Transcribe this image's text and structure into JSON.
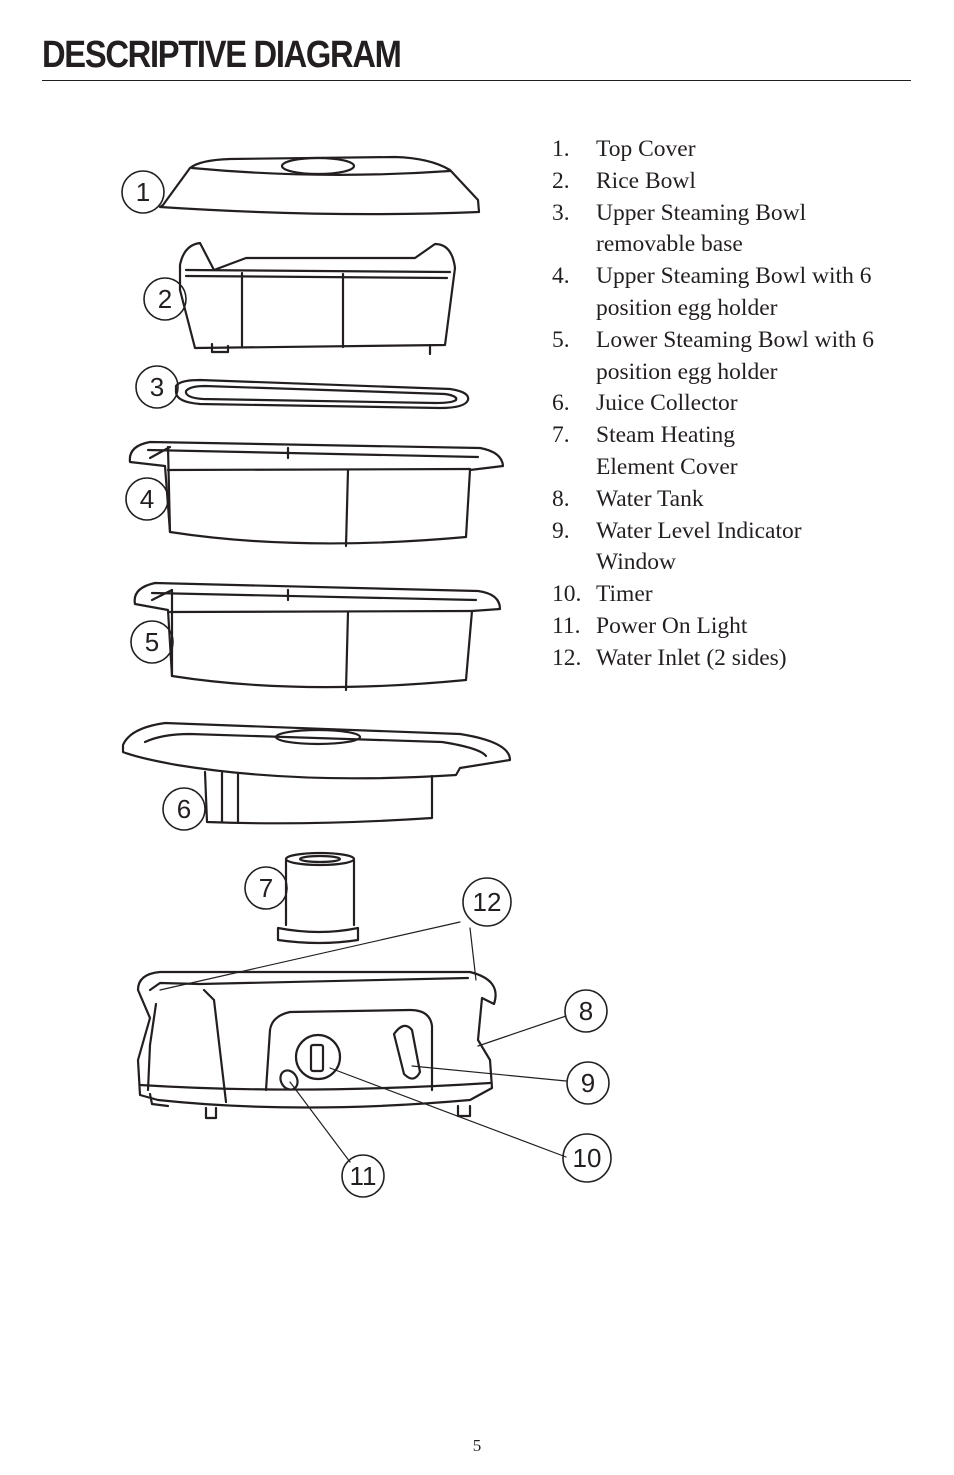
{
  "page": {
    "title": "DESCRIPTIVE DIAGRAM",
    "page_number": "5"
  },
  "callouts": [
    "1",
    "2",
    "3",
    "4",
    "5",
    "6",
    "7",
    "8",
    "9",
    "10",
    "11",
    "12"
  ],
  "parts": [
    {
      "num": "1.",
      "label": "Top Cover"
    },
    {
      "num": "2.",
      "label": "Rice Bowl"
    },
    {
      "num": "3.",
      "label": "Upper Steaming Bowl removable base"
    },
    {
      "num": "4.",
      "label": "Upper Steaming Bowl with 6 position egg holder"
    },
    {
      "num": "5.",
      "label": "Lower Steaming Bowl with 6 position egg holder"
    },
    {
      "num": "6.",
      "label": "Juice Collector"
    },
    {
      "num": "7.",
      "label": "Steam Heating Element Cover"
    },
    {
      "num": "8.",
      "label": "Water Tank"
    },
    {
      "num": "9.",
      "label": "Water Level Indicator Window"
    },
    {
      "num": "10.",
      "label": "Timer"
    },
    {
      "num": "11.",
      "label": "Power On Light"
    },
    {
      "num": "12.",
      "label": "Water Inlet (2 sides)"
    }
  ]
}
